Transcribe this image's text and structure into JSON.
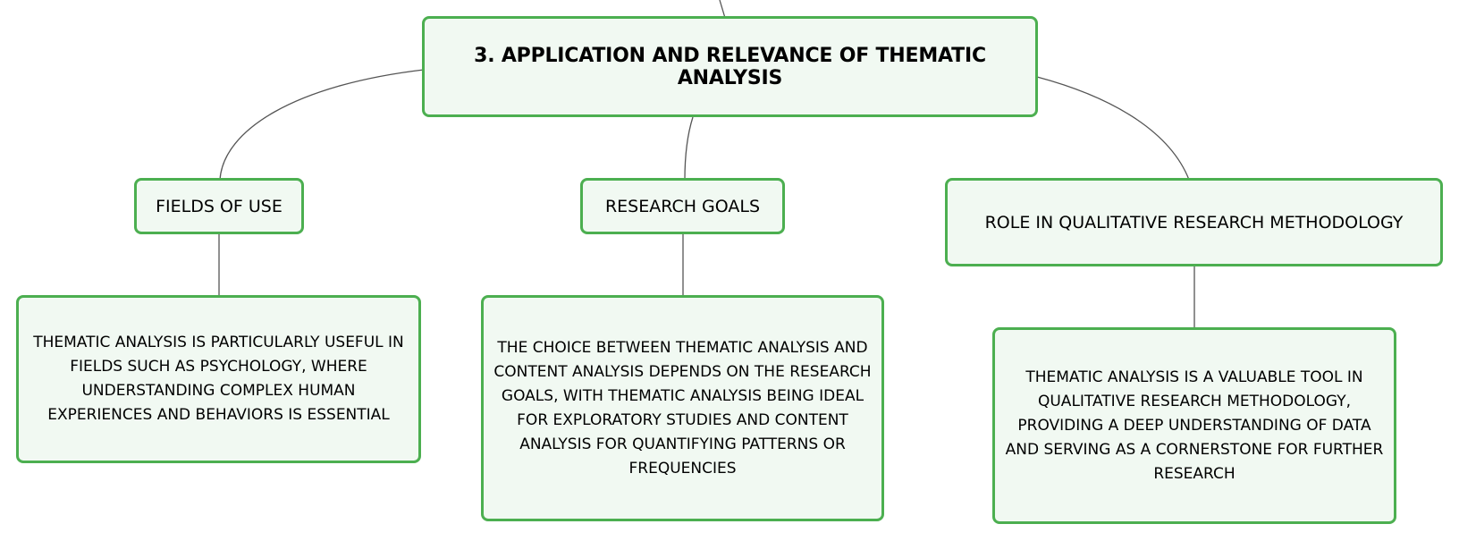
{
  "colors": {
    "node_border": "#4caf50",
    "node_fill": "#f1f9f2",
    "connector": "#555555"
  },
  "root": {
    "label": "3. APPLICATION AND RELEVANCE OF THEMATIC ANALYSIS"
  },
  "branches": [
    {
      "label": "FIELDS OF USE",
      "detail": "THEMATIC ANALYSIS IS PARTICULARLY USEFUL IN FIELDS SUCH AS PSYCHOLOGY, WHERE UNDERSTANDING COMPLEX HUMAN EXPERIENCES AND BEHAVIORS IS ESSENTIAL"
    },
    {
      "label": "RESEARCH GOALS",
      "detail": "THE CHOICE BETWEEN THEMATIC ANALYSIS AND CONTENT ANALYSIS DEPENDS ON THE RESEARCH GOALS, WITH THEMATIC ANALYSIS BEING IDEAL FOR EXPLORATORY STUDIES AND CONTENT ANALYSIS FOR QUANTIFYING PATTERNS OR FREQUENCIES"
    },
    {
      "label": "ROLE IN QUALITATIVE RESEARCH METHODOLOGY",
      "detail": "THEMATIC ANALYSIS IS A VALUABLE TOOL IN QUALITATIVE RESEARCH METHODOLOGY, PROVIDING A DEEP UNDERSTANDING OF DATA AND SERVING AS A CORNERSTONE FOR FURTHER RESEARCH"
    }
  ]
}
